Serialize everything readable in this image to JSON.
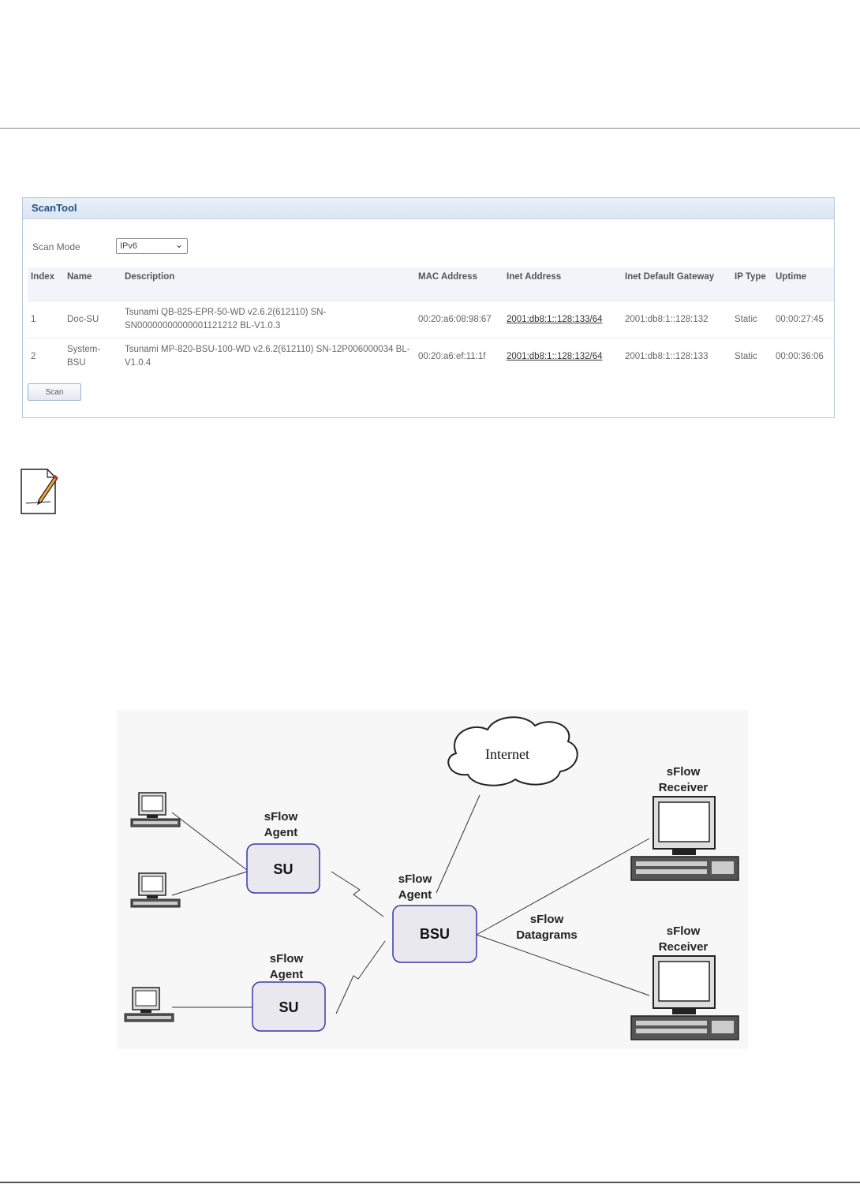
{
  "panel": {
    "title": "ScanTool"
  },
  "scan_mode": {
    "label": "Scan Mode",
    "value": "IPv6"
  },
  "table": {
    "headers": [
      "Index",
      "Name",
      "Description",
      "MAC Address",
      "Inet Address",
      "Inet Default Gateway",
      "IP Type",
      "Uptime"
    ],
    "rows": [
      {
        "index": "1",
        "name": "Doc-SU",
        "description": "Tsunami QB-825-EPR-50-WD v2.6.2(612110) SN-SN00000000000001121212 BL-V1.0.3",
        "mac": "00:20:a6:08:98:67",
        "inet": "2001:db8:1::128:133/64",
        "gateway": "2001:db8:1::128:132",
        "ip_type": "Static",
        "uptime": "00:00:27:45"
      },
      {
        "index": "2",
        "name": "System-BSU",
        "description": "Tsunami MP-820-BSU-100-WD v2.6.2(612110) SN-12P006000034 BL-V1.0.4",
        "mac": "00:20:a6:ef:11:1f",
        "inet": "2001:db8:1::128:132/64",
        "gateway": "2001:db8:1::128:133",
        "ip_type": "Static",
        "uptime": "00:00:36:06"
      }
    ]
  },
  "scan_button": "Scan",
  "diagram": {
    "internet": "Internet",
    "su": "SU",
    "bsu": "BSU",
    "agent_line1": "sFlow",
    "agent_line2": "Agent",
    "receiver_line1": "sFlow",
    "receiver_line2": "Receiver",
    "datagrams_line1": "sFlow",
    "datagrams_line2": "Datagrams"
  }
}
